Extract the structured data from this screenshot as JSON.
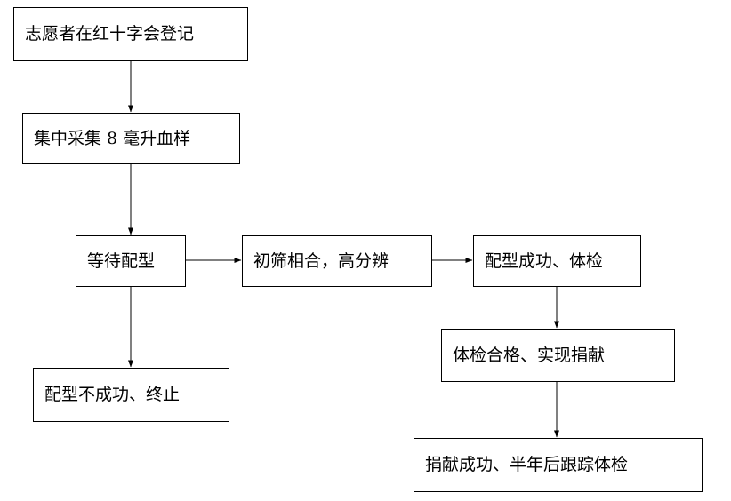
{
  "nodes": {
    "n1": "志愿者在红十字会登记",
    "n2": "集中采集 8 毫升血样",
    "n3": "等待配型",
    "n4": "初筛相合，高分辨",
    "n5": "配型成功、体检",
    "n6": "体检合格、实现捐献",
    "n7": "配型不成功、终止",
    "n8": "捐献成功、半年后跟踪体检"
  },
  "edges": [
    {
      "from": "n1",
      "to": "n2"
    },
    {
      "from": "n2",
      "to": "n3"
    },
    {
      "from": "n3",
      "to": "n4"
    },
    {
      "from": "n4",
      "to": "n5"
    },
    {
      "from": "n3",
      "to": "n7"
    },
    {
      "from": "n5",
      "to": "n6"
    },
    {
      "from": "n6",
      "to": "n8"
    }
  ]
}
